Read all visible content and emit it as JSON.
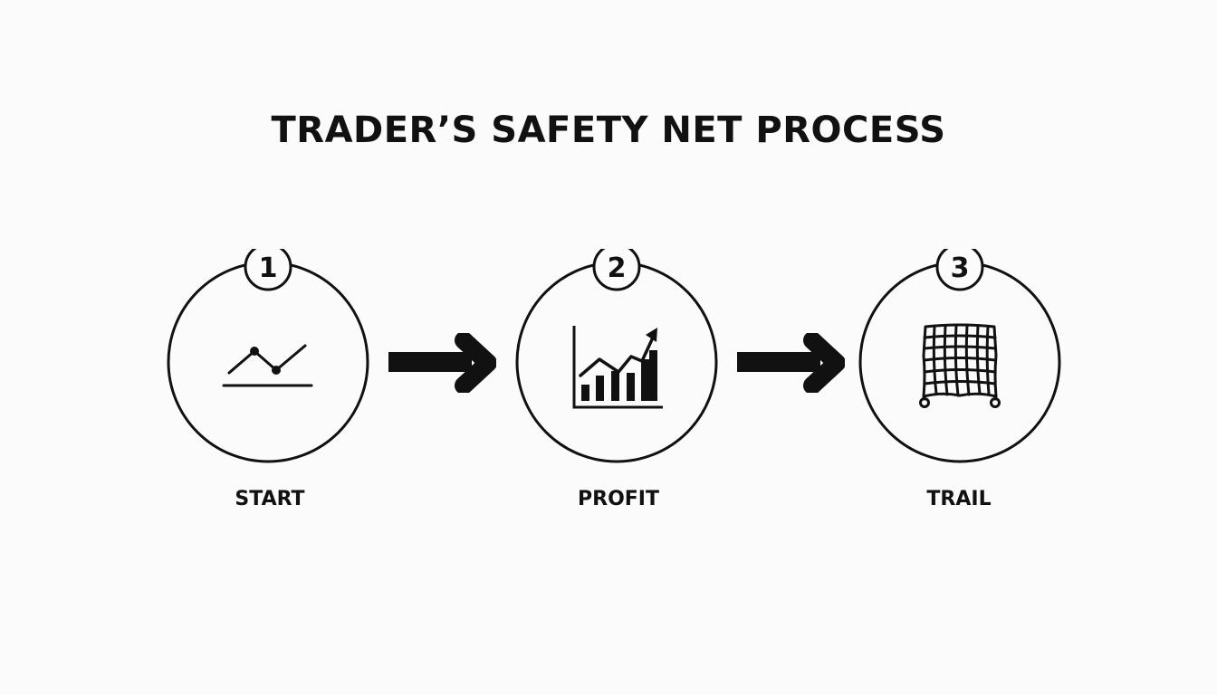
{
  "title": "TRADER’S SAFETY NET PROCESS",
  "steps": [
    {
      "number": "1",
      "label": "START",
      "icon": "line-chart-icon"
    },
    {
      "number": "2",
      "label": "PROFIT",
      "icon": "bar-chart-up-icon"
    },
    {
      "number": "3",
      "label": "TRAIL",
      "icon": "safety-net-icon"
    }
  ],
  "colors": {
    "ink": "#111111",
    "background": "#fbfbfb"
  }
}
